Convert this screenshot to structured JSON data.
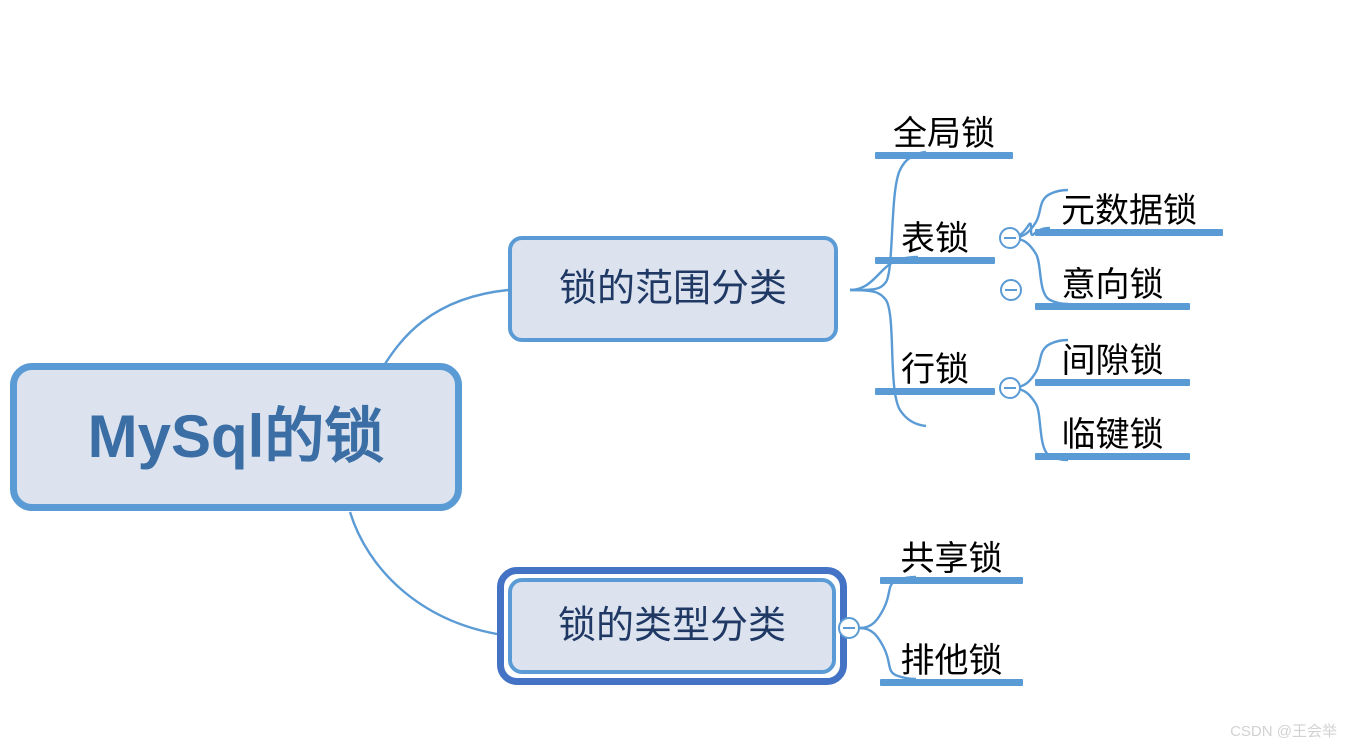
{
  "diagram": {
    "type": "mindmap",
    "title": "MySql的锁",
    "background": "#ffffff"
  },
  "colors": {
    "node_fill": "#dce3ef",
    "node_border": "#5b9bd5",
    "branch_text": "#1f3864",
    "root_text": "#3a6ea5",
    "leaf_text": "#000000",
    "selected_ring": "#4472c4",
    "connector": "#5b9bd5",
    "watermark": "#d2d2d2"
  },
  "root": {
    "label": "MySql的锁"
  },
  "branches": [
    {
      "id": "scope",
      "label": "锁的范围分类",
      "selected": false,
      "collapse_icon": "minus-circle-icon",
      "children": [
        {
          "id": "global-lock",
          "label": "全局锁",
          "children": []
        },
        {
          "id": "table-lock",
          "label": "表锁",
          "collapse_icon": "minus-circle-icon",
          "children": [
            {
              "id": "metadata-lock",
              "label": "元数据锁"
            },
            {
              "id": "intention-lock",
              "label": "意向锁"
            }
          ]
        },
        {
          "id": "row-lock",
          "label": "行锁",
          "collapse_icon": "minus-circle-icon",
          "children": [
            {
              "id": "gap-lock",
              "label": "间隙锁"
            },
            {
              "id": "next-key-lock",
              "label": "临键锁"
            }
          ]
        }
      ]
    },
    {
      "id": "type",
      "label": "锁的类型分类",
      "selected": true,
      "collapse_icon": "minus-circle-icon",
      "children": [
        {
          "id": "shared-lock",
          "label": "共享锁",
          "children": []
        },
        {
          "id": "exclusive-lock",
          "label": "排他锁",
          "children": []
        }
      ]
    }
  ],
  "watermark": {
    "text": "CSDN @王会举"
  }
}
